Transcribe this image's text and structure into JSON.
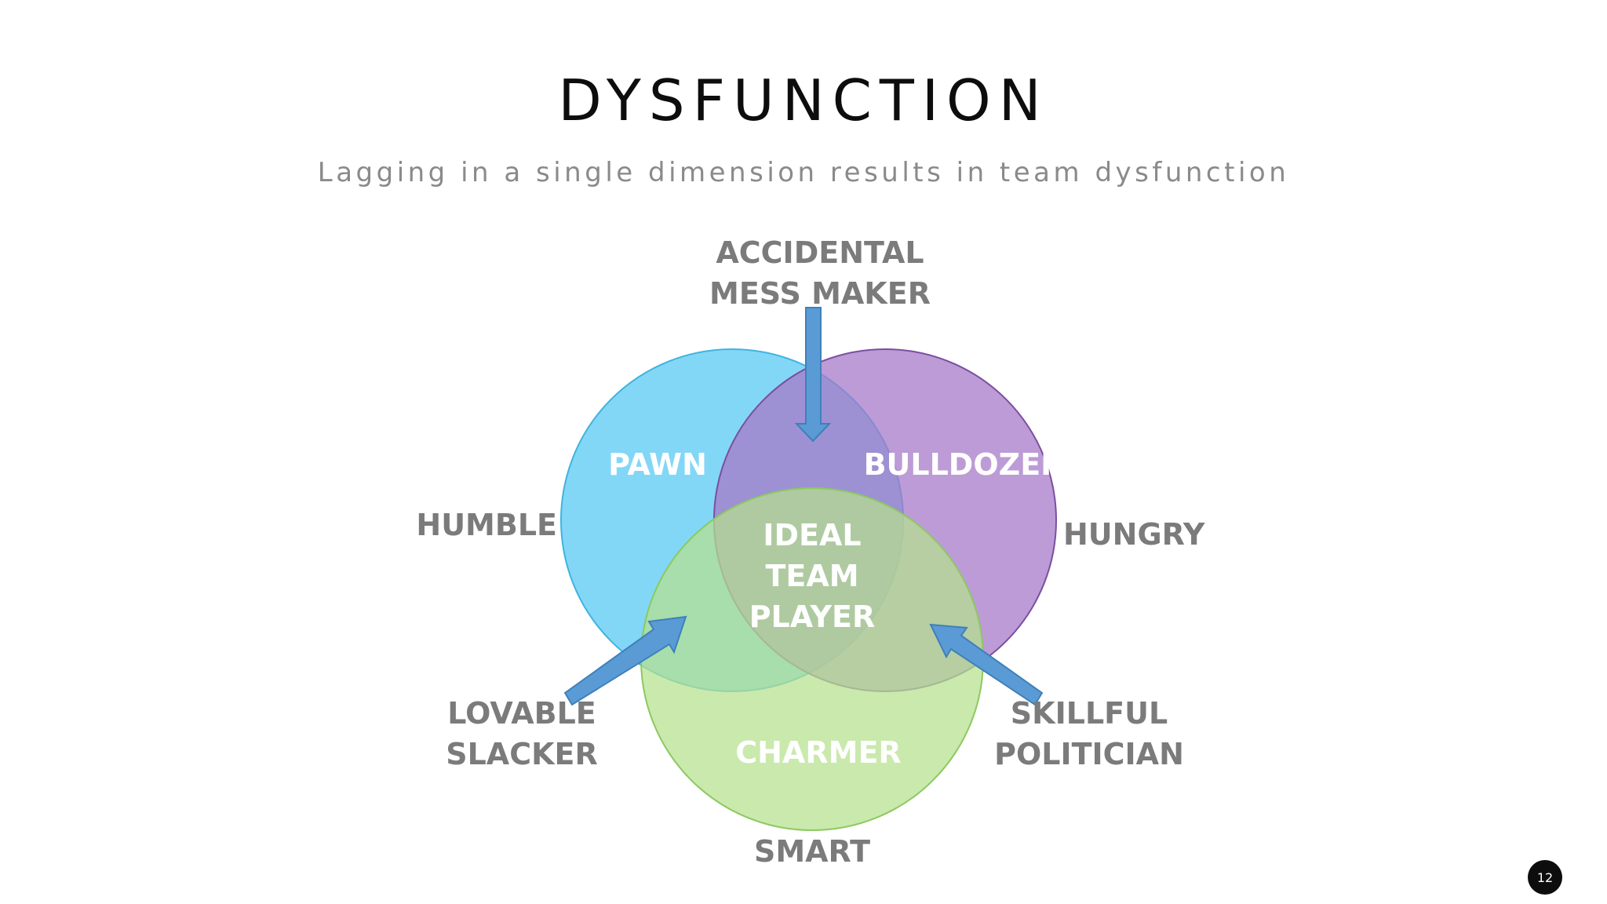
{
  "slide": {
    "title": "DYSFUNCTION",
    "subtitle": "Lagging in a single dimension results in team dysfunction",
    "page_number": "12"
  },
  "diagram": {
    "circles": {
      "humble": {
        "color": "#6dd0f5"
      },
      "hungry": {
        "color": "#a67ac8"
      },
      "smart": {
        "color": "#b6e08e"
      }
    },
    "arrow_color": "#5b9bd5",
    "labels": {
      "accidental_mess_maker": [
        "ACCIDENTAL",
        "MESS MAKER"
      ],
      "humble": "HUMBLE",
      "hungry": "HUNGRY",
      "smart": "SMART",
      "pawn": "PAWN",
      "bulldozer": "BULLDOZER",
      "charmer": "CHARMER",
      "ideal_team_player": [
        "IDEAL",
        "TEAM",
        "PLAYER"
      ],
      "lovable_slacker": [
        "LOVABLE",
        "SLACKER"
      ],
      "skillful_politician": [
        "SKILLFUL",
        "POLITICIAN"
      ]
    }
  }
}
